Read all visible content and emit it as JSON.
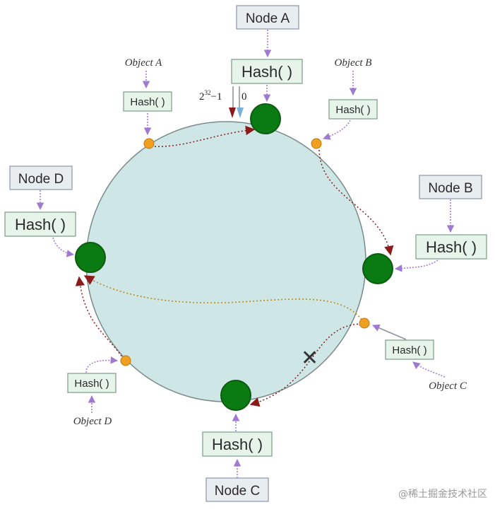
{
  "colors": {
    "ring_fill": "#cfe6e6",
    "ring_stroke": "#7a8a8a",
    "node_fill": "#0a7a12",
    "node_stroke": "#0b5c10",
    "object_fill": "#f0a020",
    "box_fill": "#e8eef0",
    "box_stroke": "#8d95a8",
    "hash_fill": "#e6f4ea",
    "hash_stroke": "#7a9a8a",
    "arrow_purple": "#a07ad0",
    "arrow_dark": "#8b1a1a",
    "path_dotted": "#8b1a1a",
    "path_orange": "#c08a18",
    "cross": "#333333"
  },
  "labels": {
    "node_a": "Node A",
    "node_b": "Node B",
    "node_c": "Node C",
    "node_d": "Node D",
    "hash_large": "Hash( )",
    "hash_small": "Hash( )",
    "object_a": "Object A",
    "object_b": "Object B",
    "object_c": "Object C",
    "object_d": "Object D",
    "ring_max": "2",
    "ring_max_sup": "32",
    "ring_max_tail": "−1",
    "ring_zero": "0",
    "cross": "✕"
  },
  "watermark": "@稀土掘金技术社区"
}
